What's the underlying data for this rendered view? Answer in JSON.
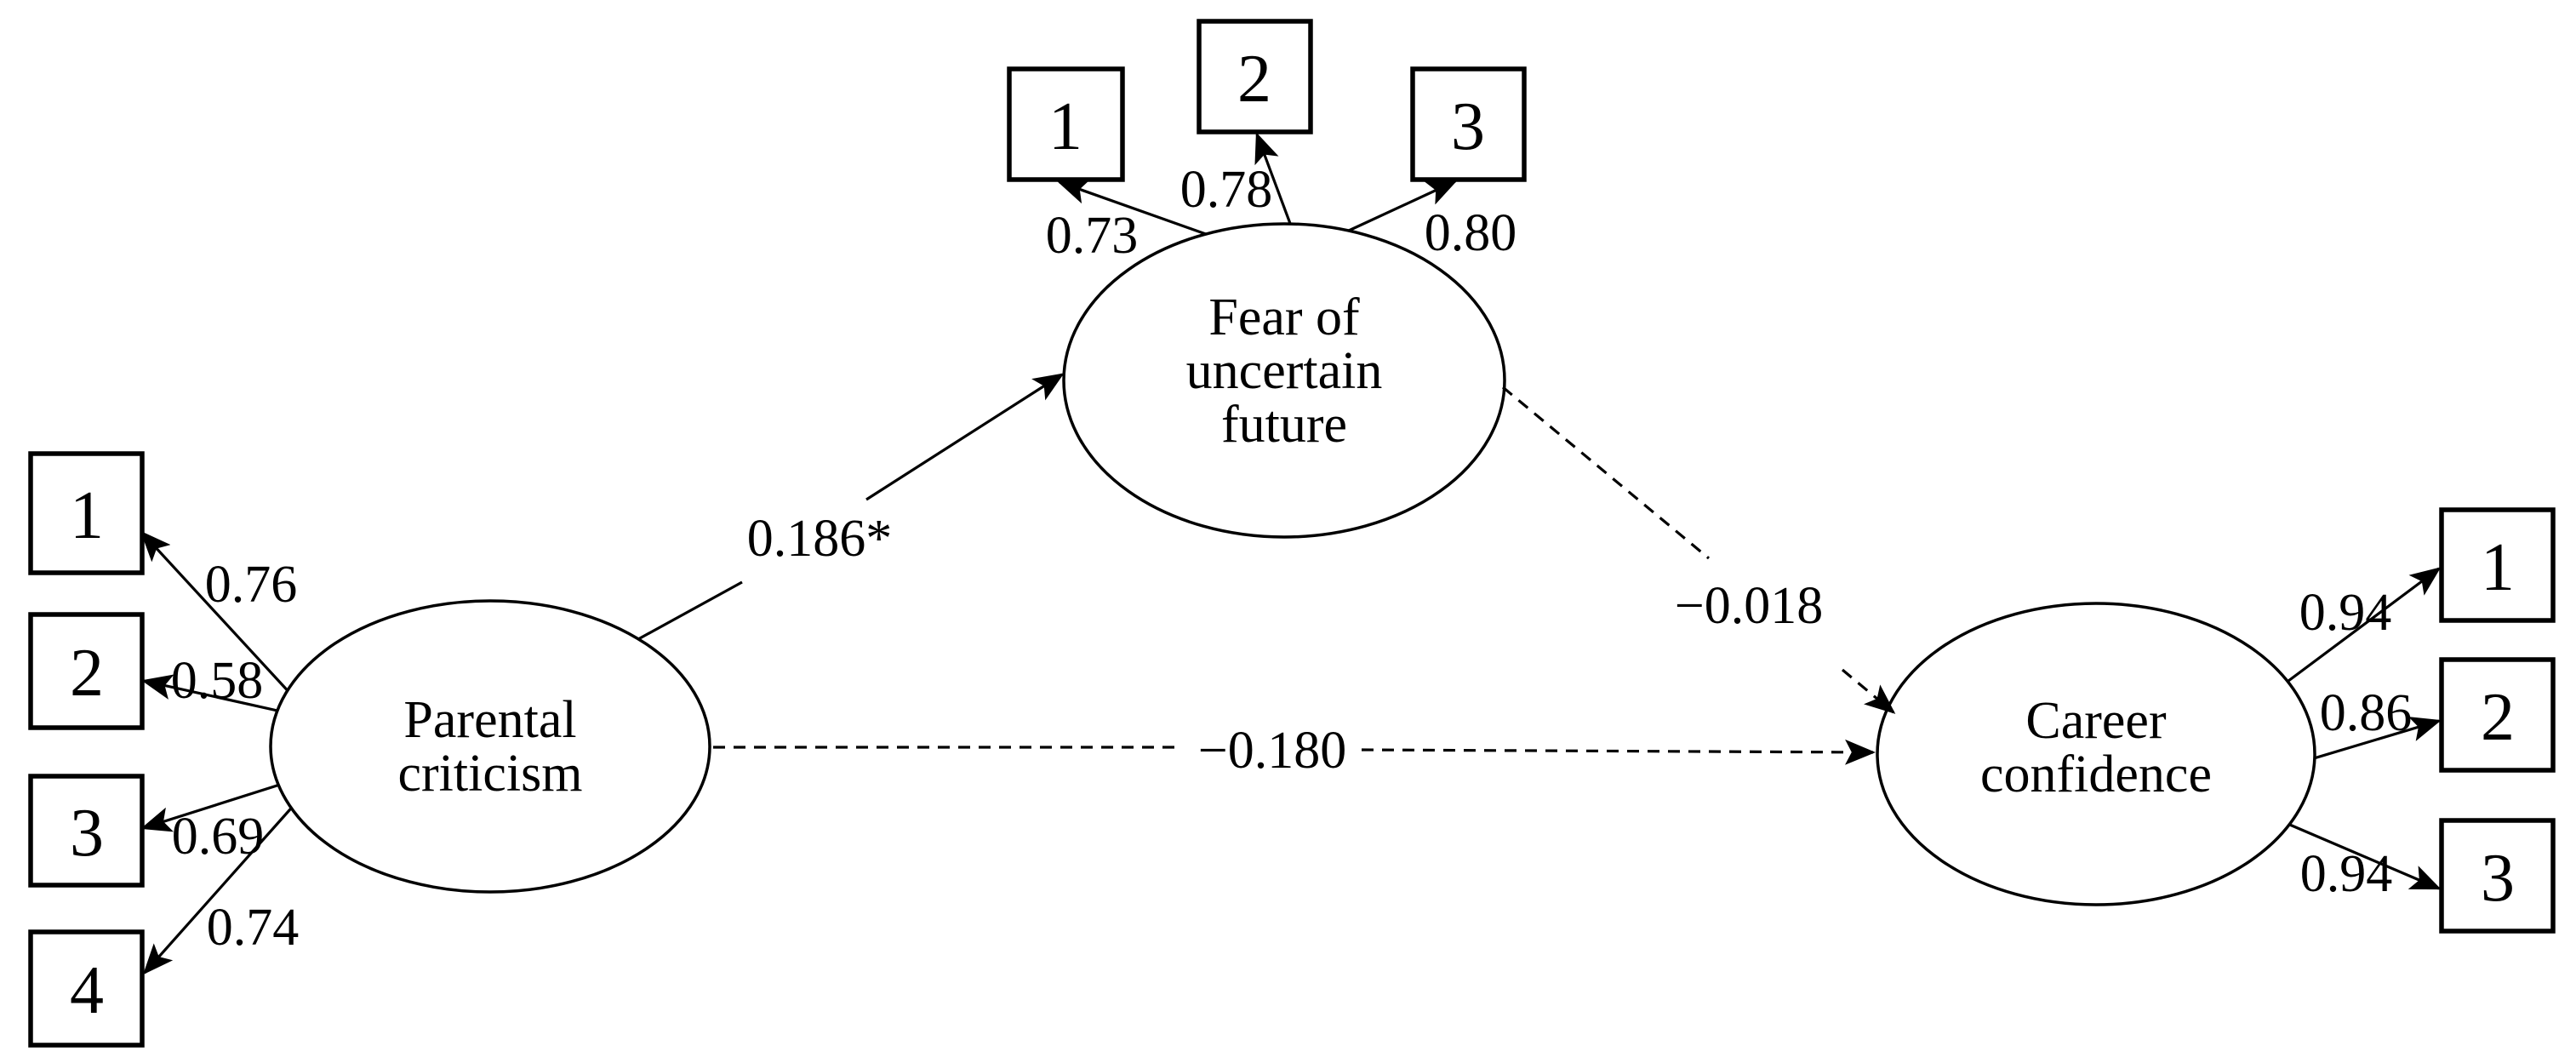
{
  "figure": {
    "type": "sem-path-diagram",
    "background_color": "#ffffff",
    "line_color": "#000000",
    "latents": [
      {
        "name": "Parental criticism",
        "label_lines": [
          "Parental",
          "criticism"
        ],
        "indicators": [
          {
            "label": "1",
            "loading": "0.76"
          },
          {
            "label": "2",
            "loading": "0.58"
          },
          {
            "label": "3",
            "loading": "0.69"
          },
          {
            "label": "4",
            "loading": "0.74"
          }
        ]
      },
      {
        "name": "Fear of uncertain future",
        "label_lines": [
          "Fear of",
          "uncertain",
          "future"
        ],
        "indicators": [
          {
            "label": "1",
            "loading": "0.73"
          },
          {
            "label": "2",
            "loading": "0.78"
          },
          {
            "label": "3",
            "loading": "0.80"
          }
        ]
      },
      {
        "name": "Career confidence",
        "label_lines": [
          "Career",
          "confidence"
        ],
        "indicators": [
          {
            "label": "1",
            "loading": "0.94"
          },
          {
            "label": "2",
            "loading": "0.86"
          },
          {
            "label": "3",
            "loading": "0.94"
          }
        ]
      }
    ],
    "paths": [
      {
        "from": "Parental criticism",
        "to": "Fear of uncertain future",
        "coefficient": "0.186*",
        "line_style": "solid"
      },
      {
        "from": "Fear of uncertain future",
        "to": "Career confidence",
        "coefficient": "−0.018",
        "line_style": "dashed"
      },
      {
        "from": "Parental criticism",
        "to": "Career confidence",
        "coefficient": "−0.180",
        "line_style": "dashed"
      }
    ]
  }
}
